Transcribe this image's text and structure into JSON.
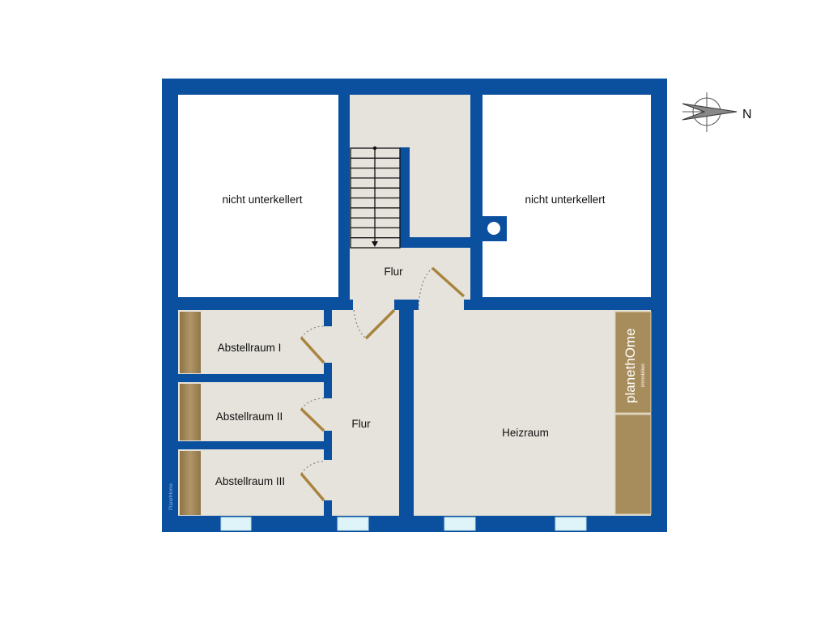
{
  "rooms": {
    "top_left": "nicht unterkellert",
    "top_right": "nicht unterkellert",
    "flur_upper": "Flur",
    "flur_lower": "Flur",
    "abstell_1": "Abstellraum I",
    "abstell_2": "Abstellraum II",
    "abstell_3": "Abstellraum III",
    "heizraum": "Heizraum"
  },
  "compass": {
    "label": "N"
  },
  "branding": {
    "logo": "planethOme",
    "logo_sub": "immobilien",
    "watermark": "PlanetHome"
  },
  "colors": {
    "wall": "#0b4f9f",
    "floor": "#e6e3dc",
    "unexcavated": "#ffffff",
    "door": "#a8843f",
    "window": "#dff4f8",
    "wood": "#a88d5c"
  }
}
